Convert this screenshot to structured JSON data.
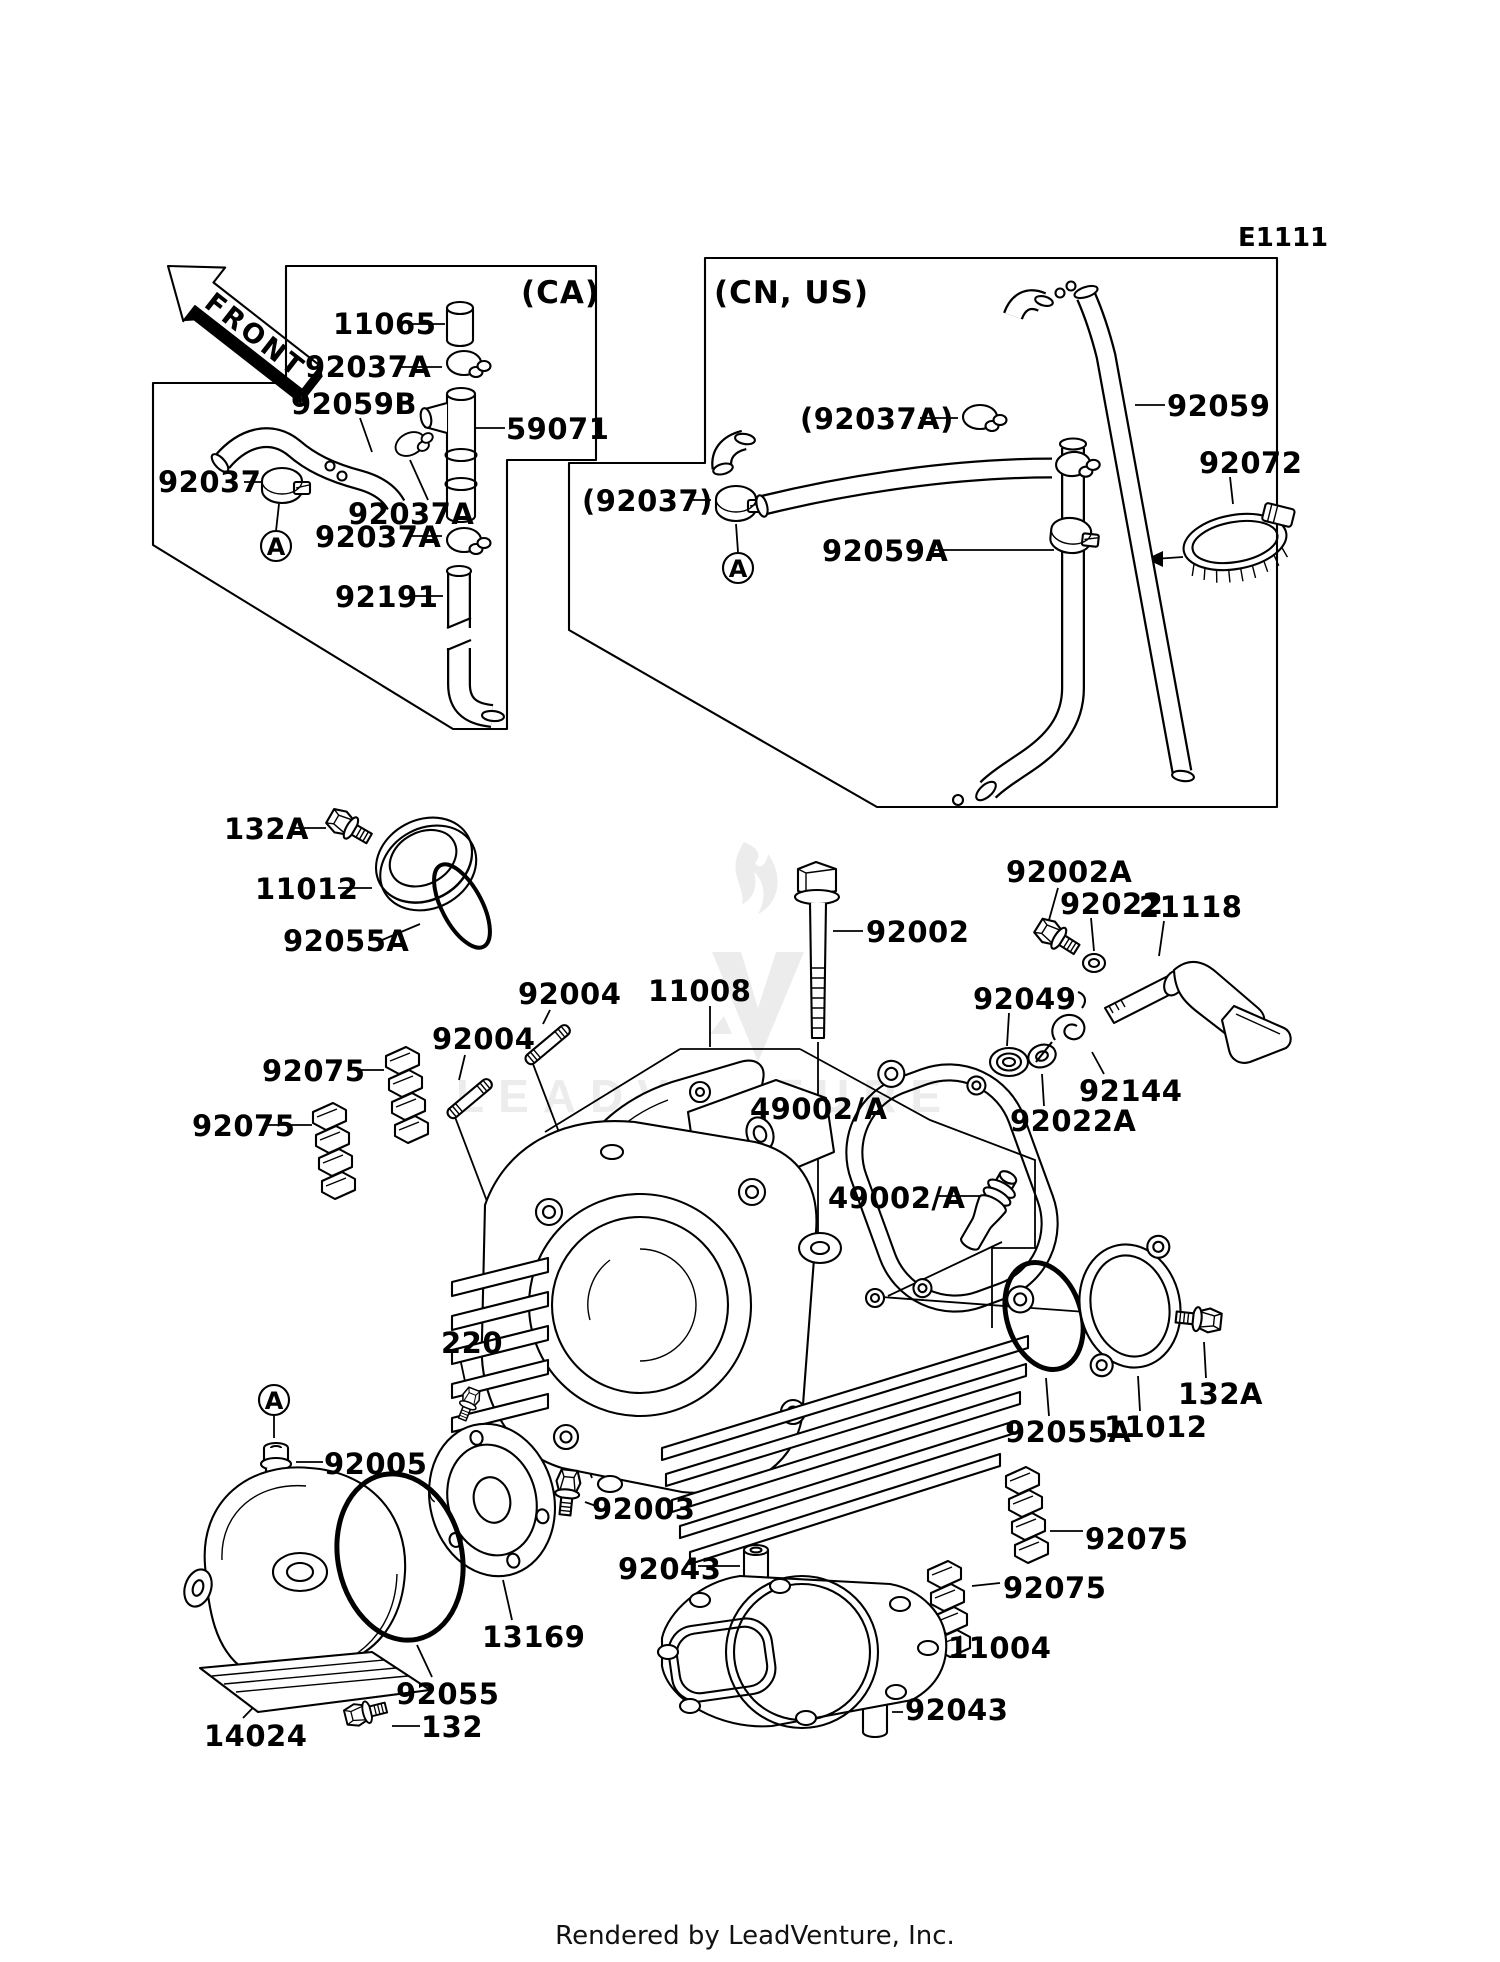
{
  "page": {
    "code": "E1111",
    "footer": "Rendered by LeadVenture, Inc.",
    "watermark": "LEADVENTURE",
    "line_color": "#000000",
    "background": "#ffffff",
    "watermark_color": "#ececec"
  },
  "regions": {
    "front": "FRONT",
    "ca": "(CA)",
    "cn_us": "(CN, US)"
  },
  "reference_bubble": "A",
  "labels": {
    "p11065": "11065",
    "p92037a_ca1": "92037A",
    "p92059b": "92059B",
    "p59071": "59071",
    "p92037_ca": "92037",
    "p92037a_ca2": "92037A",
    "p92037a_ca3": "92037A",
    "p92191": "92191",
    "p92037a_cn": "(92037A)",
    "p92037_cn": "(92037)",
    "p92059a": "92059A",
    "p92059": "92059",
    "p92072": "92072",
    "p132a_left": "132A",
    "p11012_left": "11012",
    "p92055a_left": "92055A",
    "p92004_a": "92004",
    "p92004_b": "92004",
    "p92075_l1": "92075",
    "p92075_l2": "92075",
    "p92002": "92002",
    "p92002a": "92002A",
    "p92022": "92022",
    "p21118": "21118",
    "p92049": "92049",
    "p92144": "92144",
    "p92022a": "92022A",
    "p11008": "11008",
    "p49002_a": "49002/A",
    "p49002_b": "49002/A",
    "p92055a_right": "92055A",
    "p11012_right": "11012",
    "p132a_right": "132A",
    "p92075_r1": "92075",
    "p92075_r2": "92075",
    "p220": "220",
    "p92005": "92005",
    "p13169": "13169",
    "p92055": "92055",
    "p132": "132",
    "p14024": "14024",
    "p92003": "92003",
    "p92043_a": "92043",
    "p11004": "11004",
    "p92043_b": "92043"
  }
}
